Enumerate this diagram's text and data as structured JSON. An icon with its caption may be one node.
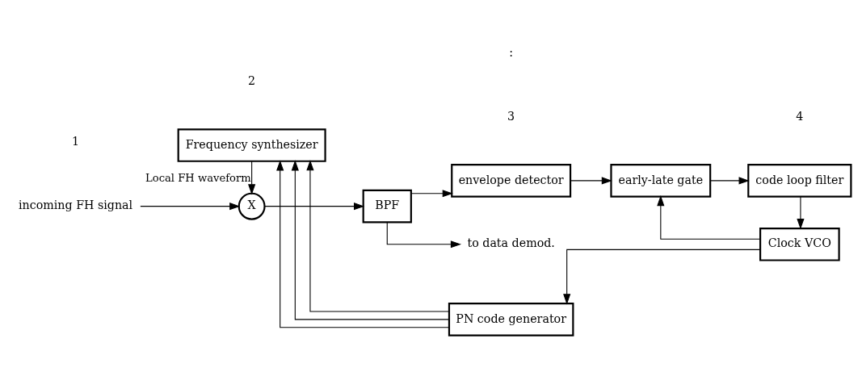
{
  "diagram": {
    "nodes": [
      {
        "text": [
          "incoming FH signal"
        ]
      },
      {
        "text": [
          "X"
        ]
      },
      {
        "text": [
          "BPF"
        ]
      },
      {
        "text": [
          "envelope detector"
        ]
      },
      {
        "text": [
          "early-late gate"
        ]
      },
      {
        "text": [
          "code loop filter"
        ]
      },
      {
        "text": [
          "Clock VCO"
        ]
      },
      {
        "text": [
          "PN code generator"
        ]
      },
      {
        "text": [
          "Frequency synthesizer"
        ]
      },
      {
        "text": [
          "to data demod."
        ]
      }
    ],
    "edges": [
      {
        "from": 0,
        "to": 1,
        "arrow": "to"
      },
      {
        "from": 1,
        "to": 2,
        "arrow": "to"
      },
      {
        "from": 2,
        "to": 3,
        "arrow": "to"
      },
      {
        "from": 2,
        "to": 9,
        "arrow": "to"
      },
      {
        "from": 3,
        "to": 4,
        "arrow": "to"
      },
      {
        "from": 4,
        "to": 5,
        "arrow": "to"
      },
      {
        "from": 5,
        "to": 6,
        "arrow": "to"
      },
      {
        "from": 6,
        "to": 4,
        "arrow": "to"
      },
      {
        "from": 6,
        "to": 7,
        "arrow": "to"
      },
      {
        "from": 7,
        "to": 8,
        "arrow": "to"
      },
      {
        "from": 7,
        "to": 8,
        "arrow": "to"
      },
      {
        "from": 7,
        "to": 8,
        "arrow": "to"
      },
      {
        "from": 8,
        "to": 1,
        "arrow": "to",
        "label": "Local FH waveform"
      }
    ],
    "labels": [
      "1",
      "2",
      "3",
      ":",
      "4"
    ]
  }
}
